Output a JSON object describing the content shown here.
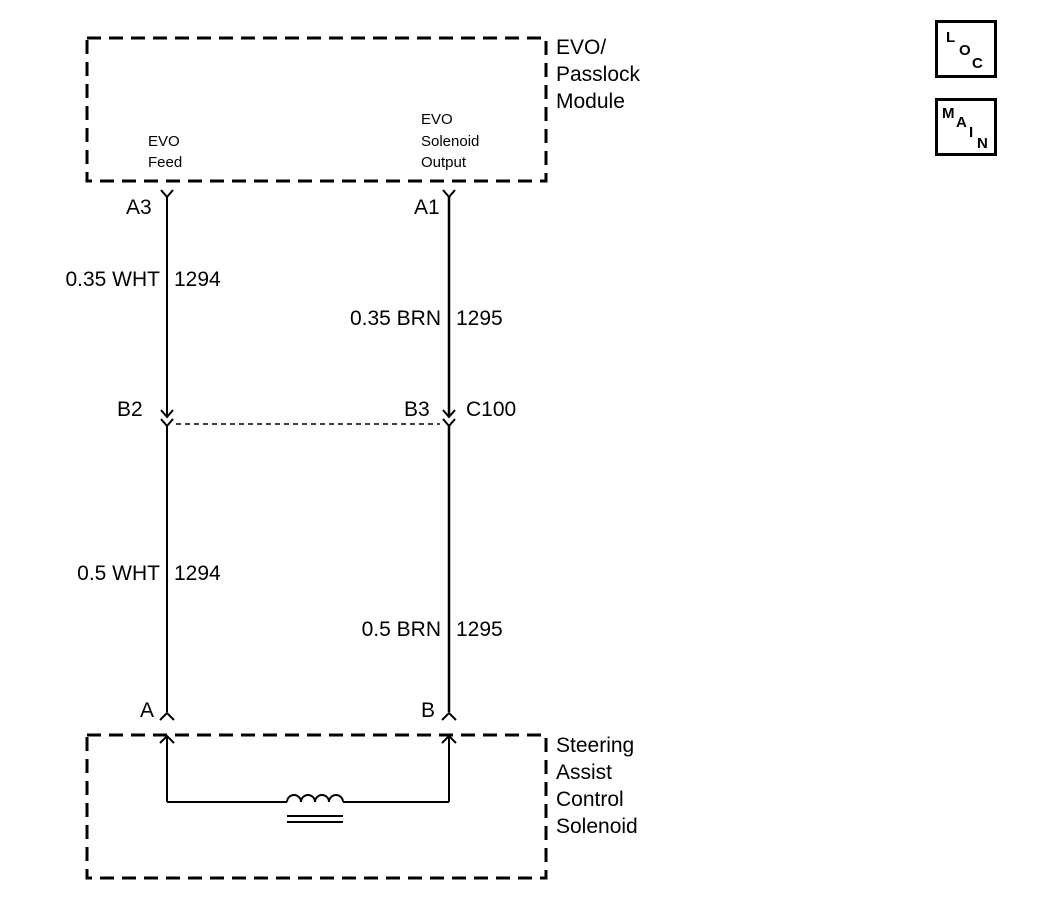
{
  "modules": {
    "evo": {
      "name_line1": "EVO/",
      "name_line2": "Passlock",
      "name_line3": "Module",
      "feed_line1": "EVO",
      "feed_line2": "Feed",
      "output_line1": "EVO",
      "output_line2": "Solenoid",
      "output_line3": "Output"
    },
    "solenoid": {
      "name_line1": "Steering",
      "name_line2": "Assist",
      "name_line3": "Control",
      "name_line4": "Solenoid"
    }
  },
  "pins": {
    "a3": "A3",
    "a1": "A1",
    "b2": "B2",
    "b3": "B3",
    "a": "A",
    "b": "B"
  },
  "connector": {
    "name": "C100"
  },
  "wires": {
    "left_upper": {
      "label": "0.35 WHT",
      "circuit": "1294"
    },
    "right_upper": {
      "label": "0.35 BRN",
      "circuit": "1295"
    },
    "left_lower": {
      "label": "0.5 WHT",
      "circuit": "1294"
    },
    "right_lower": {
      "label": "0.5 BRN",
      "circuit": "1295"
    }
  },
  "icons": {
    "loc": {
      "l1": "L",
      "l2": "O",
      "l3": "C"
    },
    "main": {
      "l1": "M",
      "l2": "A",
      "l3": "I",
      "l4": "N"
    }
  }
}
